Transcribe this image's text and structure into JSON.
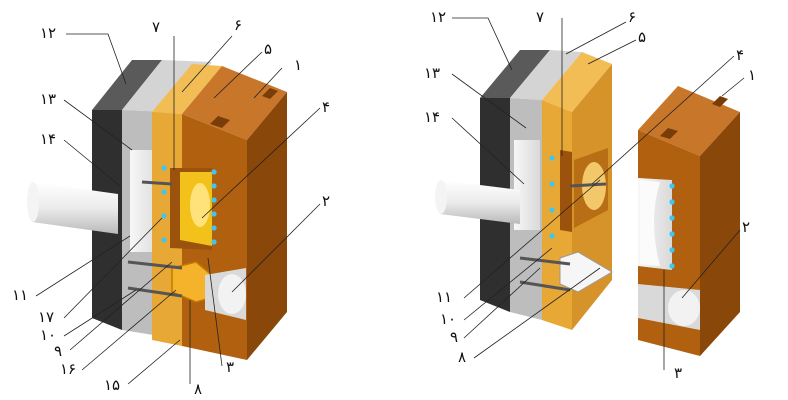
{
  "figure": {
    "left_labels": {
      "l1": "۱",
      "l2": "۲",
      "l3": "۳",
      "l4": "۴",
      "l5": "۵",
      "l6": "۶",
      "l7": "۷",
      "l8": "۸",
      "l9": "۹",
      "l10": "۱۰",
      "l11": "۱۱",
      "l12": "۱۲",
      "l13": "۱۳",
      "l14": "۱۴",
      "l15": "۱۵",
      "l16": "۱۶",
      "l17": "۱۷"
    },
    "right_labels": {
      "r1": "۱",
      "r2": "۲",
      "r3": "۳",
      "r4": "۴",
      "r5": "۵",
      "r6": "۶",
      "r7": "۷",
      "r8": "۸",
      "r9": "۹",
      "r10": "۱۰",
      "r11": "۱۱",
      "r12": "۱۲",
      "r13": "۱۳",
      "r14": "۱۴"
    }
  },
  "colors": {
    "brown_face": "#b0600f",
    "brown_top": "#c8772a",
    "brown_side": "#8a470a",
    "orange_face": "#e8a835",
    "orange_top": "#f2bd55",
    "gray_face": "#bfbfbf",
    "gray_top": "#d4d4d4",
    "dark_face": "#3a3a3a",
    "dark_top": "#5a5a5a",
    "cooling_dot": "#3ec6f0"
  }
}
